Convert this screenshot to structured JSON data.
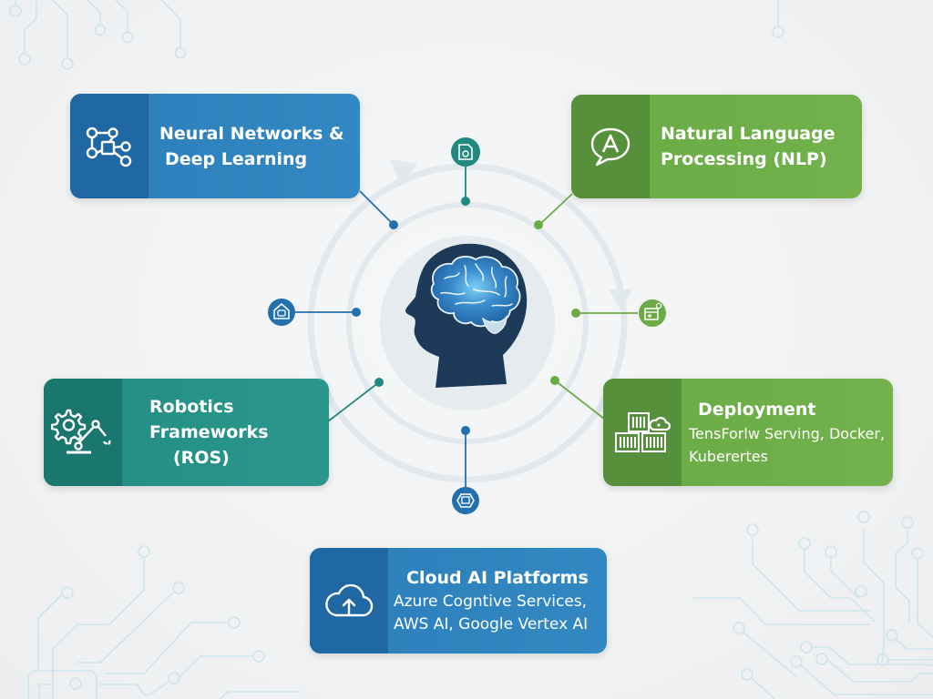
{
  "colors": {
    "blue": "#2d7fba",
    "blue_dark": "#1f68a4",
    "green": "#6aab45",
    "green_dark": "#57903a",
    "teal": "#238d83",
    "teal_dark": "#19776e",
    "head": "#1d3a58",
    "brain": "#3a86c8",
    "ring": "#dfe6ec",
    "circuit": "#cde6ee"
  },
  "center": {
    "icon": "head-with-brain-icon"
  },
  "cards": {
    "neural_networks": {
      "icon": "network-nodes-icon",
      "title_line1": "Neural Networks &",
      "title_line2": "Deep Learning"
    },
    "nlp": {
      "icon": "speech-bubble-letter-a-icon",
      "title_line1": "Natural Language",
      "title_line2": "Processing (NLP)"
    },
    "robotics": {
      "icon": "gear-robot-arm-icon",
      "title_line1": "Robotics",
      "title_line2": "Frameworks",
      "title_line3": "(ROS)"
    },
    "deployment": {
      "icon": "containers-cloud-icon",
      "title": "Deployment",
      "sub_line1": "TensForlw Serving, Docker,",
      "sub_line2": "Kuberertes"
    },
    "cloud": {
      "icon": "cloud-upload-icon",
      "title": "Cloud AI Platforms",
      "sub_line1": "Azure Cogntive Services,",
      "sub_line2": "AWS AI, Google Vertex AI"
    }
  },
  "nodes": [
    {
      "name": "top-node",
      "icon": "document-gear-icon",
      "color": "teal"
    },
    {
      "name": "left-node",
      "icon": "house-robot-icon",
      "color": "blue"
    },
    {
      "name": "right-node",
      "icon": "window-gear-icon",
      "color": "green"
    },
    {
      "name": "bottom-node",
      "icon": "package-hexagon-icon",
      "color": "blue"
    }
  ]
}
